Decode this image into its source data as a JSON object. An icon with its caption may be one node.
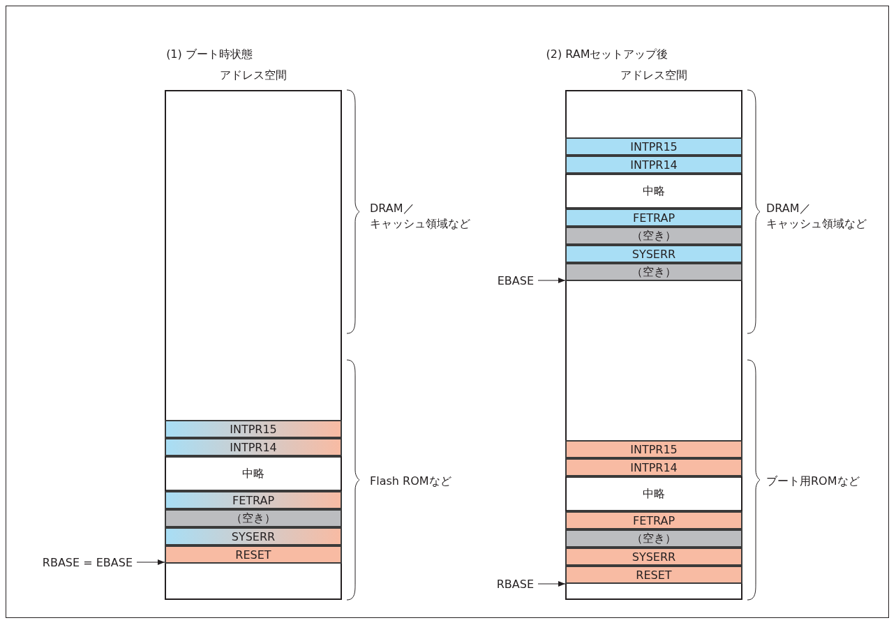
{
  "diagram": {
    "nodes": [
      {
        "text": [
          "アドレス空間"
        ]
      },
      {
        "text": [
          "INTPR15"
        ],
        "in": 0
      },
      {
        "text": [
          "INTPR14"
        ],
        "in": 0
      },
      {
        "text": [
          "中略"
        ],
        "in": 0
      },
      {
        "text": [
          "FETRAP"
        ],
        "in": 0
      },
      {
        "text": [
          "（空き）"
        ],
        "in": 0
      },
      {
        "text": [
          "SYSERR"
        ],
        "in": 0
      },
      {
        "text": [
          "RESET"
        ],
        "in": 0
      },
      {
        "text": [
          "RBASE = EBASE"
        ]
      },
      {
        "text": [
          "アドレス空間"
        ]
      },
      {
        "text": [
          "INTPR15"
        ],
        "in": 9
      },
      {
        "text": [
          "INTPR14"
        ],
        "in": 9
      },
      {
        "text": [
          "中略"
        ],
        "in": 9
      },
      {
        "text": [
          "FETRAP"
        ],
        "in": 9
      },
      {
        "text": [
          "（空き）"
        ],
        "in": 9
      },
      {
        "text": [
          "SYSERR"
        ],
        "in": 9
      },
      {
        "text": [
          "（空き）"
        ],
        "in": 9
      },
      {
        "text": [
          "INTPR15"
        ],
        "in": 9
      },
      {
        "text": [
          "INTPR14"
        ],
        "in": 9
      },
      {
        "text": [
          "中略"
        ],
        "in": 9
      },
      {
        "text": [
          "FETRAP"
        ],
        "in": 9
      },
      {
        "text": [
          "（空き）"
        ],
        "in": 9
      },
      {
        "text": [
          "SYSERR"
        ],
        "in": 9
      },
      {
        "text": [
          "RESET"
        ],
        "in": 9
      },
      {
        "text": [
          "EBASE"
        ]
      },
      {
        "text": [
          "RBASE"
        ]
      }
    ],
    "edges": [
      {
        "from": 8,
        "to": 0,
        "arrow": "to"
      },
      {
        "from": 24,
        "to": 9,
        "arrow": "to"
      },
      {
        "from": 25,
        "to": 9,
        "arrow": "to"
      }
    ],
    "labels": [
      "(1) ブート時状態",
      "(2) RAMセットアップ後",
      "DRAM／キャッシュ領域など",
      "DRAM／キャッシュ領域など",
      "Flash ROMなど",
      "ブート用ROMなど"
    ]
  }
}
